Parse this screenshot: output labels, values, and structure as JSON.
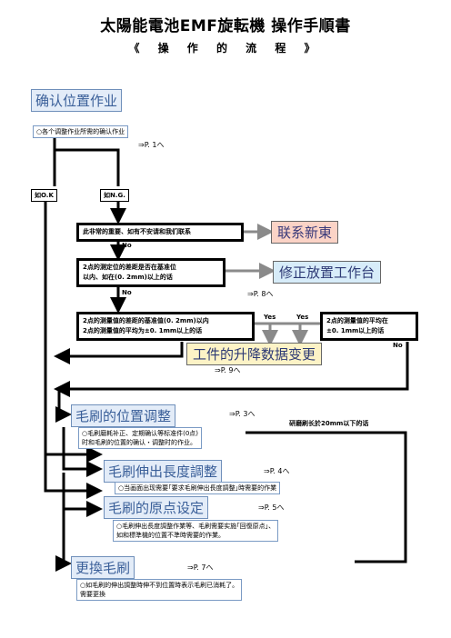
{
  "header": {
    "title": "太陽能電池EMF旋転機 操作手順書",
    "subtitle": "《 操 作 的 流 程 》"
  },
  "section1": {
    "heading": "确认位置作业",
    "note": "○各个调整作业所需的确认作业",
    "ref": "⇒P. 1へ"
  },
  "branches": {
    "ok": "如O.K",
    "ng": "如N.G."
  },
  "cond1": "此非常的重要、如有不安请和我们联系",
  "contact_box": "联系新東",
  "no_label": "No",
  "cond2_lines": [
    "2点的测定位的差距是否在基准位",
    "以内、如在(0. 2mm)以上的话"
  ],
  "correct_box": "修正放置工作台",
  "ref_p8": "⇒P. 8へ",
  "cond3_lines": [
    "2点的测量值的差距的基准值(0. 2mm)以内",
    "2点的测量值的平均为±0. 1mm以上的话"
  ],
  "yes1": "Yes",
  "yes2": "Yes",
  "cond4_lines": [
    "2点的测量值的平均在",
    "±0. 1mm以上的话"
  ],
  "no_label2": "No",
  "no_label3": "No",
  "lift_box": "工件的升降数据变更",
  "ref_p9": "⇒P. 9へ",
  "section2": {
    "heading": "毛刷的位置调整",
    "ref": "⇒P. 3へ",
    "side_note": "研磨刷长於20mm以下的话",
    "note_lines": [
      "○毛刷磨耗补正、定期确认等标准件(0点)",
      "时和毛刷的位置的确认・调整时的作业。"
    ]
  },
  "section3": {
    "heading": "毛刷伸出長度調整",
    "ref": "⇒P. 4へ",
    "note": "○当画面出现需要｢要求毛刷伸出長度調整｣時需要的作業"
  },
  "section4": {
    "heading": "毛刷的原点设定",
    "ref": "⇒P. 5へ",
    "note_lines": [
      "○毛刷伸出長度調整作業等、毛刷需要实施｢回復原点｣、",
      "如和標準機的位置不準時需要的作業。"
    ]
  },
  "section5": {
    "heading": "更換毛刷",
    "ref": "⇒P. 7へ",
    "note_lines": [
      "○如毛刷的伸出調整時伸不到位置時表示毛刷已消耗了。",
      "需要更換"
    ]
  },
  "colors": {
    "line": "#000000",
    "gray_arrow": "#8a8a8a",
    "blue_heading": "#3a5f99"
  }
}
